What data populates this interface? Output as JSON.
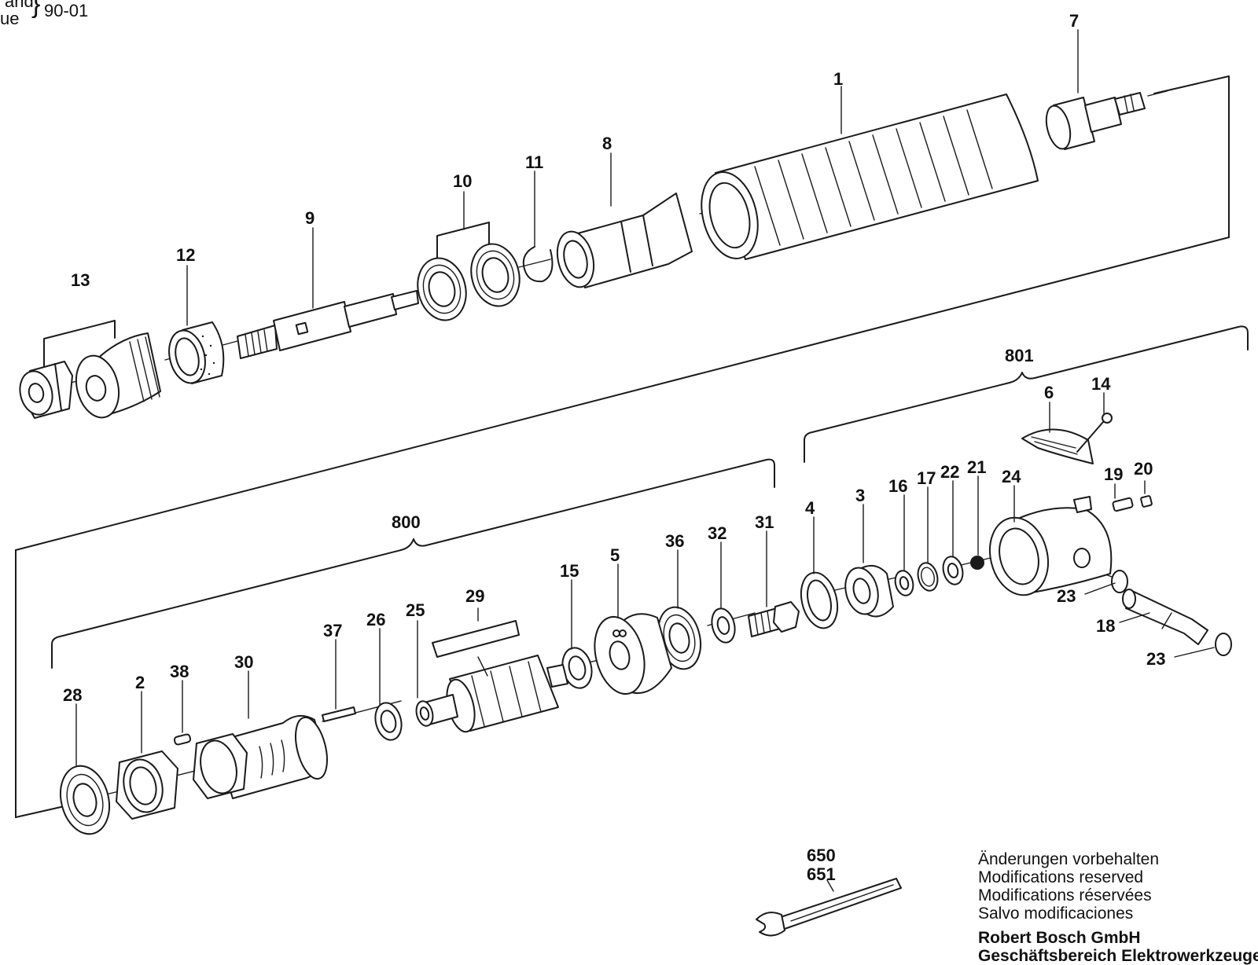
{
  "edition": {
    "label_line1": "and",
    "label_line2": "ue",
    "code": "90-01"
  },
  "notes": {
    "lines": [
      "Änderungen vorbehalten",
      "Modifications reserved",
      "Modifications réservées",
      "Salvo modificaciones"
    ],
    "company": "Robert Bosch GmbH",
    "division": "Geschäftsbereich Elektrowerkzeuge"
  },
  "part_numbers": {
    "p1": "1",
    "p2": "2",
    "p3": "3",
    "p4": "4",
    "p5": "5",
    "p6": "6",
    "p7": "7",
    "p8": "8",
    "p9": "9",
    "p10": "10",
    "p11": "11",
    "p12": "12",
    "p13": "13",
    "p14": "14",
    "p15": "15",
    "p16": "16",
    "p17": "17",
    "p18": "18",
    "p19": "19",
    "p20": "20",
    "p21": "21",
    "p22": "22",
    "p23a": "23",
    "p23b": "23",
    "p24": "24",
    "p25": "25",
    "p26": "26",
    "p28": "28",
    "p29": "29",
    "p30": "30",
    "p31": "31",
    "p32": "32",
    "p36": "36",
    "p37": "37",
    "p38": "38",
    "p800": "800",
    "p801": "801",
    "p650": "650",
    "p651": "651"
  }
}
